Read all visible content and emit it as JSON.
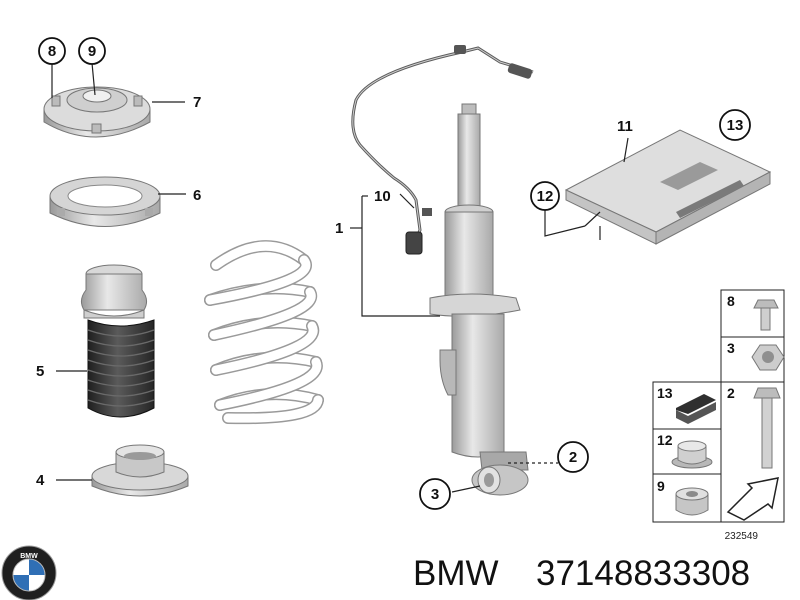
{
  "callouts": {
    "c1": "1",
    "c2": "2",
    "c3": "3",
    "c4": "4",
    "c5": "5",
    "c6": "6",
    "c7": "7",
    "c8": "8",
    "c9": "9",
    "c10": "10",
    "c11": "11",
    "c12": "12",
    "c13": "13"
  },
  "parts_table": {
    "rows": [
      "8",
      "3",
      "13",
      "2",
      "12",
      "9"
    ]
  },
  "diagram_ref": "232549",
  "footer": {
    "brand": "BMW",
    "part_number": "37148833308",
    "logo_letters": "BMW"
  },
  "colors": {
    "part_fill": "#e6e6e6",
    "part_stroke": "#8a8a8a",
    "boot_fill": "#3d3d3d",
    "spring_fill": "#ffffff",
    "line": "#222222"
  }
}
